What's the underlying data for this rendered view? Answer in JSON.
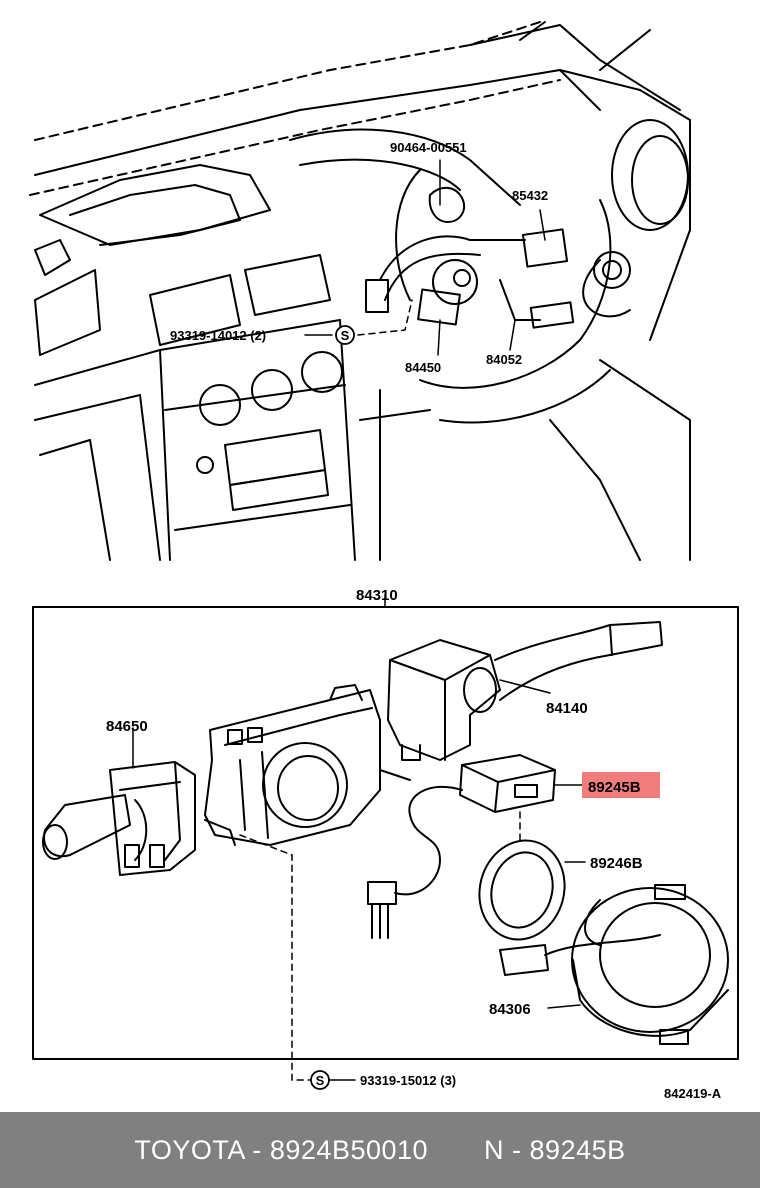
{
  "top_callouts": {
    "p1": "90464-00551",
    "p2": "85432",
    "p3": "93319-14012 (2)",
    "p4": "84450",
    "p5": "84052"
  },
  "assembly": {
    "label": "84310",
    "p84650": "84650",
    "p84140": "84140",
    "highlighted": "89245B",
    "highlight_color": "#f07c7c",
    "p89246B": "89246B",
    "p84306": "84306",
    "screw": "93319-15012 (3)",
    "screw_symbol": "S",
    "top_screw_symbol": "S"
  },
  "diagram_code": "842419-A",
  "footer": {
    "left": "TOYOTA - 8924B50010",
    "right": "N - 89245B",
    "bg_color": "#808080"
  }
}
